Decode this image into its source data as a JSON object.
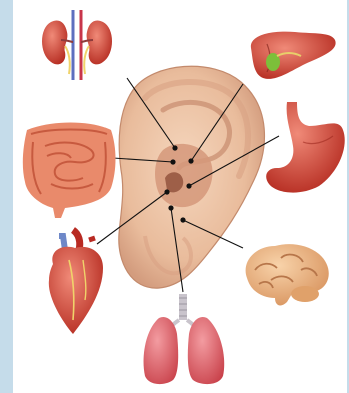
{
  "image": {
    "type": "anatomical-illustration",
    "subject": "ear"
  },
  "organs": [
    {
      "key": "kidneys",
      "icon": "kidneys-icon",
      "color": "#d9483b",
      "point": "upper"
    },
    {
      "key": "liver",
      "icon": "liver-icon",
      "color": "#c0382b",
      "point": "upper"
    },
    {
      "key": "intestines",
      "icon": "intestines-icon",
      "color": "#e77a5c",
      "point": "middle"
    },
    {
      "key": "stomach",
      "icon": "stomach-icon",
      "color": "#e35b47",
      "point": "middle"
    },
    {
      "key": "heart",
      "icon": "heart-icon",
      "color": "#c62f24",
      "point": "lower"
    },
    {
      "key": "brain",
      "icon": "brain-icon",
      "color": "#efb986",
      "point": "lower"
    },
    {
      "key": "lungs",
      "icon": "lungs-icon",
      "color": "#e0636a",
      "point": "lower"
    }
  ],
  "colors": {
    "skin": "#efc8aa",
    "skin_shadow": "#c98f72",
    "connector": "#111111",
    "frame": "#c5dcea"
  }
}
